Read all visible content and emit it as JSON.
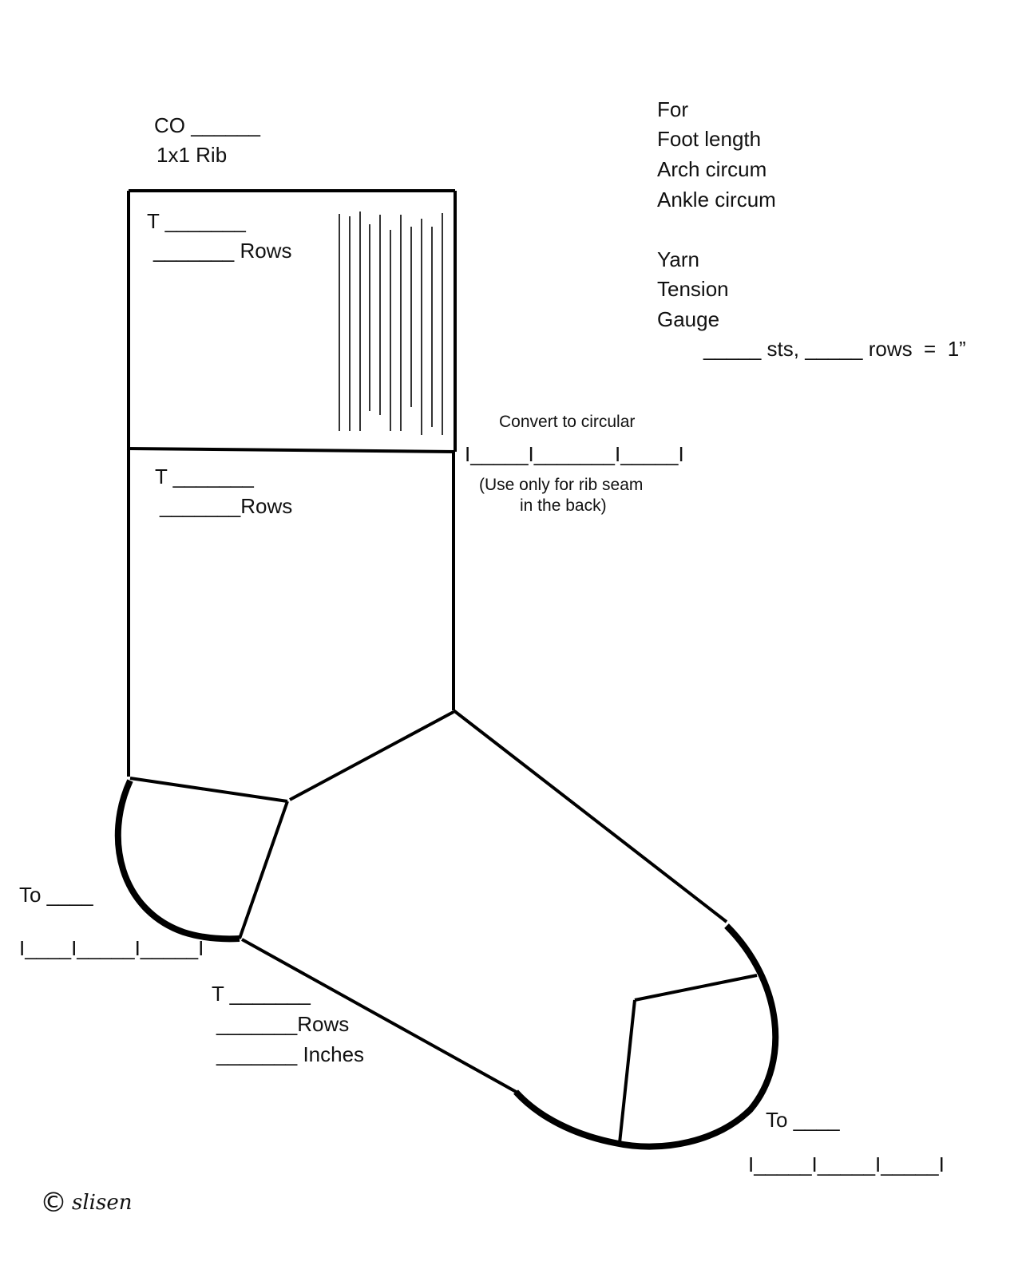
{
  "worksheet": {
    "cuff": {
      "cast_on": "CO ______",
      "rib": "1x1 Rib",
      "tension": "T _______",
      "rows": "_______ Rows"
    },
    "leg": {
      "tension": "T _______",
      "rows": "_______Rows"
    },
    "convert": {
      "title": "Convert to circular",
      "ruler": "I_____I_______I_____I",
      "note_line1": "(Use only for rib seam",
      "note_line2": "in the back)"
    },
    "heel": {
      "to": "To ____",
      "ruler": "I____I_____I_____I"
    },
    "foot": {
      "tension": "T _______",
      "rows": "_______Rows",
      "inches": "_______ Inches"
    },
    "toe": {
      "to": "To ____",
      "ruler": "I_____I_____I_____I"
    },
    "info": {
      "for": "For",
      "foot_length": "Foot length",
      "arch_circum": "Arch circum",
      "ankle_circum": "Ankle circum",
      "yarn": "Yarn",
      "tension": "Tension",
      "gauge": "Gauge",
      "gauge_line": "_____ sts, _____ rows  =  1”"
    },
    "copyright": {
      "symbol": "©",
      "author": "slisen"
    }
  },
  "colors": {
    "line": "#000000",
    "text": "#111111",
    "background": "#ffffff"
  }
}
